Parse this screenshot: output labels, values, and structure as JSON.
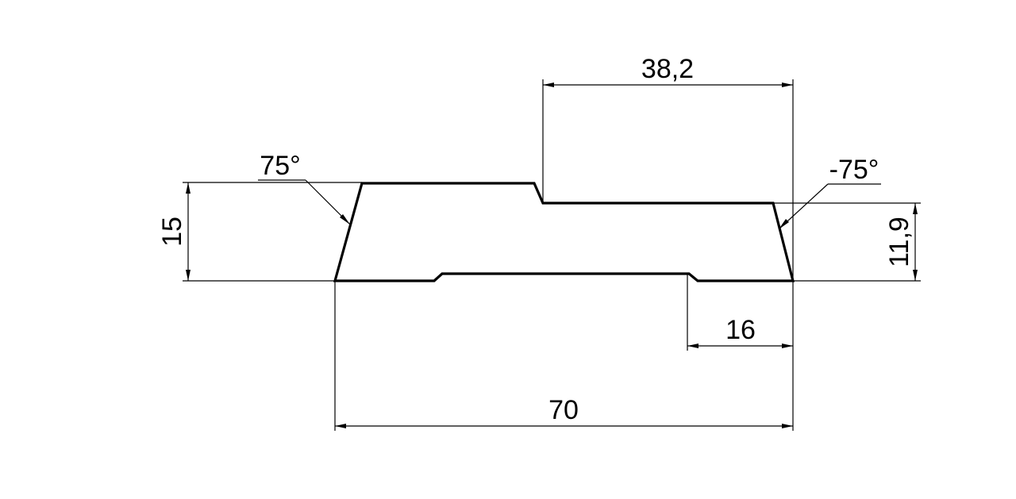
{
  "dimensions": {
    "top_width": "38,2",
    "left_height": "15",
    "right_height": "11,9",
    "bottom_right_width": "16",
    "total_width": "70"
  },
  "angles": {
    "left": "75°",
    "right": "-75°"
  },
  "colors": {
    "line": "#000000",
    "background": "#ffffff"
  }
}
